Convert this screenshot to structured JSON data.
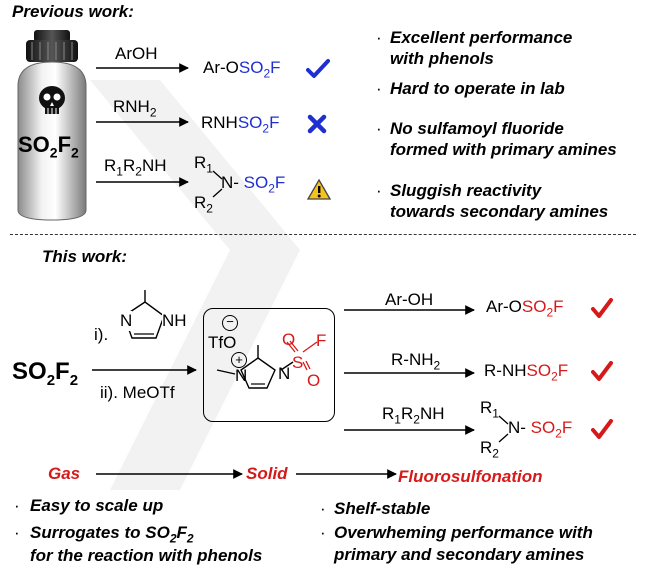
{
  "previous": {
    "heading": "Previous work:",
    "reagent_label": "SO2F2",
    "reactions": [
      {
        "reagent": "ArOH",
        "product": "Ar-OSO2F",
        "status": "check"
      },
      {
        "reagent": "RNH2",
        "product": "RNHSO2F",
        "status": "cross"
      },
      {
        "reagent": "R1R2NH",
        "product": "R1R2N-SO2F",
        "status": "warning"
      }
    ],
    "notes": [
      {
        "line1": "Excellent performance",
        "line2": "with phenols"
      },
      {
        "line1": "Hard to operate in lab",
        "line2": ""
      },
      {
        "line1": "No sulfamoyl fluoride",
        "line2": "formed with primary amines"
      },
      {
        "line1": "Sluggish reactivity",
        "line2": "towards secondary amines"
      }
    ]
  },
  "this_work": {
    "heading": "This work:",
    "start": "SO2F2",
    "step1": "i).",
    "step2": "ii).  MeOTf",
    "counter_ion": "TfO",
    "reactions": [
      {
        "reagent": "Ar-OH",
        "product": "Ar-OSO2F",
        "status": "check"
      },
      {
        "reagent": "R-NH2",
        "product": "R-NHSO2F",
        "status": "check"
      },
      {
        "reagent": "R1R2NH",
        "product": "R1R2N-SO2F",
        "status": "check"
      }
    ],
    "flow": [
      "Gas",
      "Solid",
      "Fluorosulfonation"
    ],
    "bullets_left": [
      {
        "line1": "Easy to scale up",
        "line2": ""
      },
      {
        "line1": "Surrogates to SO2F2",
        "line2": "for the reaction with phenols"
      }
    ],
    "bullets_right": [
      {
        "line1": "Shelf-stable",
        "line2": ""
      },
      {
        "line1": "Overwheming performance with",
        "line2": "primary and secondary amines"
      }
    ]
  },
  "colors": {
    "blue": "#1f2fd0",
    "red": "#d61a1a",
    "gray": "#9a9a9a"
  }
}
